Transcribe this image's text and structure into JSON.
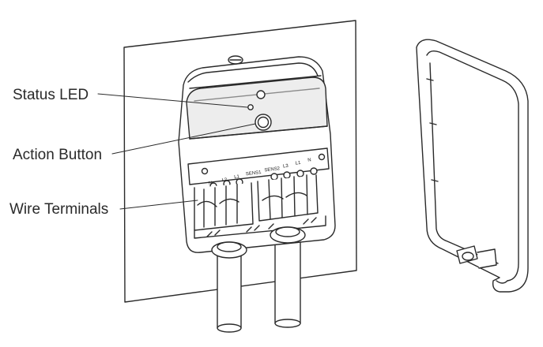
{
  "callouts": {
    "status_led": "Status LED",
    "action_button": "Action Button",
    "wire_terminals": "Wire Terminals"
  },
  "terminal_labels": [
    "N",
    "L2",
    "L1",
    "SENS1",
    "SENS2",
    "L3",
    "L1",
    "N"
  ],
  "colors": {
    "stroke": "#2a2a2a",
    "fill": "#ffffff",
    "shade": "#e6e6e6",
    "dark": "#bdbdbd"
  }
}
